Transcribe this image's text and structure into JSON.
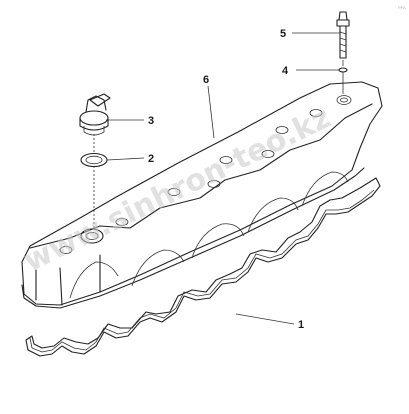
{
  "diagram": {
    "callouts": [
      {
        "id": "1",
        "label": "1"
      },
      {
        "id": "2",
        "label": "2"
      },
      {
        "id": "3",
        "label": "3"
      },
      {
        "id": "4",
        "label": "4"
      },
      {
        "id": "5",
        "label": "5"
      },
      {
        "id": "6",
        "label": "6"
      }
    ],
    "watermark": "www.sinhron-teo.kz",
    "corner_mark": "PFA"
  }
}
